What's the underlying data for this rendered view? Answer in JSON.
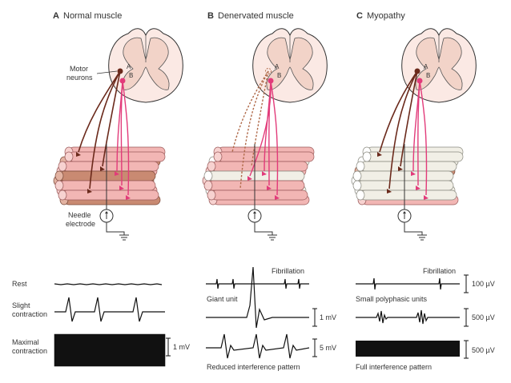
{
  "panels": [
    {
      "letter": "A",
      "title": "Normal muscle"
    },
    {
      "letter": "B",
      "title": "Denervated muscle"
    },
    {
      "letter": "C",
      "title": "Myopathy"
    }
  ],
  "neuron_labels": {
    "a": "A",
    "b": "B"
  },
  "labels": {
    "motor_neurons_1": "Motor",
    "motor_neurons_2": "neurons",
    "needle_electrode_1": "Needle",
    "needle_electrode_2": "electrode"
  },
  "row_labels": {
    "rest": "Rest",
    "slight_1": "Slight",
    "slight_2": "contraction",
    "maximal_1": "Maximal",
    "maximal_2": "contraction"
  },
  "trace_labels": {
    "fibrillation_b": "Fibrillation",
    "giant_unit": "Giant unit",
    "reduced_interference": "Reduced interference pattern",
    "fibrillation_c": "Fibrillation",
    "small_polyphasic": "Small polyphasic units",
    "full_interference": "Full interference pattern"
  },
  "scale_bars": {
    "a_max": "1 mV",
    "b_slight": "1 mV",
    "b_max": "5 mV",
    "c_rest": "100 µV",
    "c_slight": "500 µV",
    "c_max": "500 µV"
  },
  "colors": {
    "spinal_fill": "#fbe9e4",
    "gray_matter": "#f2d3c8",
    "dark_nerve": "#6b2a1c",
    "pink_nerve": "#e23b7a",
    "fiber_light": "#f2b6b4",
    "fiber_dark": "#c98a72",
    "fiber_pale": "#f1efe6"
  }
}
